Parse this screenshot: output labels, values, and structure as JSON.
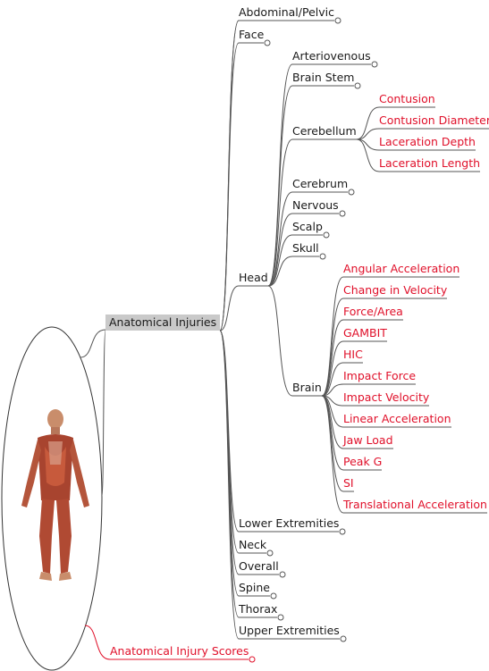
{
  "root": {
    "label": "Anatomical Injuries",
    "children": [
      {
        "label": "Abdominal/Pelvic"
      },
      {
        "label": "Face"
      },
      {
        "label": "Head",
        "children": [
          {
            "label": "Arteriovenous"
          },
          {
            "label": "Brain Stem"
          },
          {
            "label": "Cerebellum",
            "children": [
              {
                "label": "Contusion"
              },
              {
                "label": "Contusion Diameter"
              },
              {
                "label": "Laceration Depth"
              },
              {
                "label": "Laceration Length"
              }
            ]
          },
          {
            "label": "Cerebrum"
          },
          {
            "label": "Nervous"
          },
          {
            "label": "Scalp"
          },
          {
            "label": "Skull"
          },
          {
            "label": "Brain",
            "children": [
              {
                "label": "Angular Acceleration"
              },
              {
                "label": "Change in Velocity"
              },
              {
                "label": "Force/Area"
              },
              {
                "label": "GAMBIT"
              },
              {
                "label": "HIC"
              },
              {
                "label": "Impact Force"
              },
              {
                "label": "Impact Velocity"
              },
              {
                "label": "Linear Acceleration"
              },
              {
                "label": "Jaw Load"
              },
              {
                "label": "Peak G"
              },
              {
                "label": "SI"
              },
              {
                "label": "Translational Acceleration"
              }
            ]
          }
        ]
      },
      {
        "label": "Lower Extremities"
      },
      {
        "label": "Neck"
      },
      {
        "label": "Overall"
      },
      {
        "label": "Spine"
      },
      {
        "label": "Thorax"
      },
      {
        "label": "Upper Extremities"
      }
    ]
  },
  "secondary": {
    "label": "Anatomical Injury Scores"
  },
  "colors": {
    "branch": "#555555",
    "metric": "#e0102a",
    "highlight": "#c9c9c9"
  }
}
